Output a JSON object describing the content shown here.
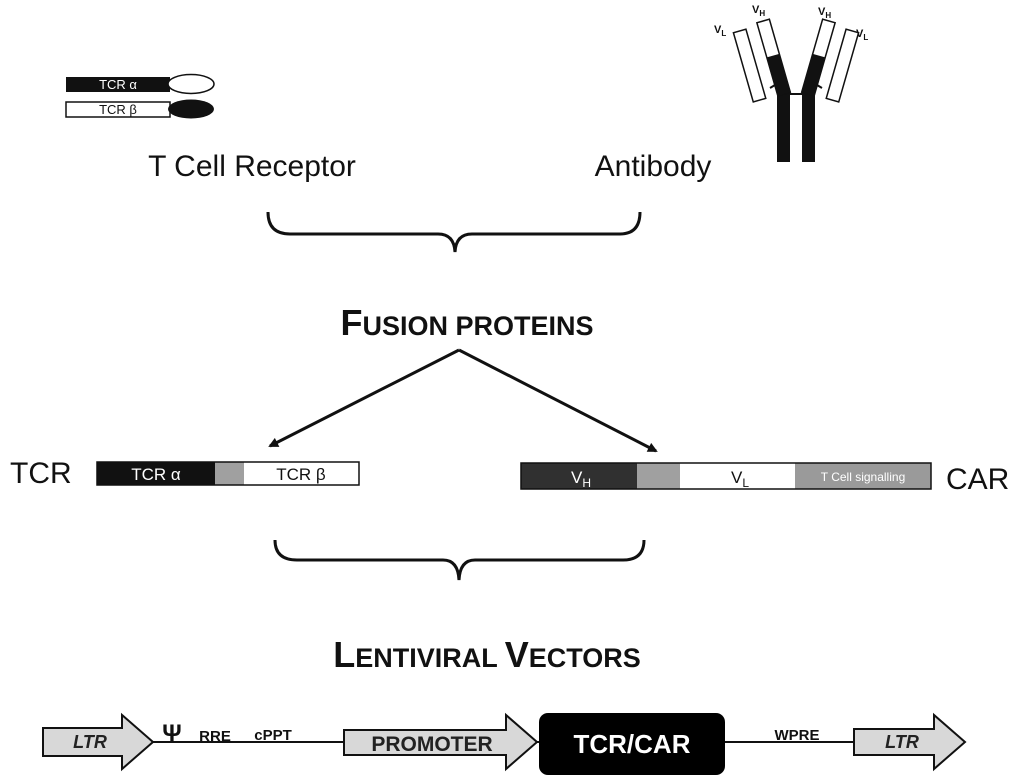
{
  "tcr_small": {
    "alpha": "TCR α",
    "beta": "TCR β"
  },
  "labels": {
    "tcell_receptor": "T Cell Receptor",
    "antibody": "Antibody",
    "tcr": "TCR",
    "car": "CAR"
  },
  "antibody": {
    "vl": "V",
    "vl_sub": "L",
    "vh": "V",
    "vh_sub": "H"
  },
  "fusion": {
    "cap1": "F",
    "rest1": "USION ",
    "rest2": "PROTEINS"
  },
  "lenti": {
    "cap1": "L",
    "rest1": "ENTIVIRAL ",
    "cap2": "V",
    "rest2": "ECTORS"
  },
  "tcr_bar": {
    "alpha": "TCR α",
    "beta": "TCR β"
  },
  "car_bar": {
    "vh": "V",
    "vh_sub": "H",
    "vl": "V",
    "vl_sub": "L",
    "signal": "T Cell signalling"
  },
  "vector": {
    "ltr_left": "LTR",
    "psi": "Ψ",
    "rre": "RRE",
    "cppt": "cPPT",
    "promoter": "PROMOTER",
    "tcr_car": "TCR/CAR",
    "wpre": "WPRE",
    "ltr_right": "LTR"
  }
}
